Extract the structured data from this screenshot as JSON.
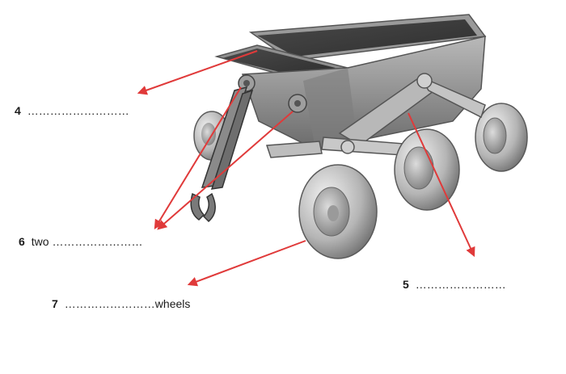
{
  "labels": {
    "l4": {
      "number": "4",
      "prefix": "",
      "blank": "………………………",
      "suffix": ""
    },
    "l5": {
      "number": "5",
      "prefix": "",
      "blank": "……………………",
      "suffix": ""
    },
    "l6": {
      "number": "6",
      "prefix": "two",
      "blank": "……………………",
      "suffix": ""
    },
    "l7": {
      "number": "7",
      "prefix": "",
      "blank": "……………………",
      "suffix": "wheels"
    }
  },
  "colors": {
    "arrow": "#e03a3a",
    "body_dark": "#3f3f3f",
    "body_mid": "#8a8a8a",
    "body_light": "#c9c9c9"
  },
  "icons": {
    "rover": "mars-rover-illustration"
  }
}
